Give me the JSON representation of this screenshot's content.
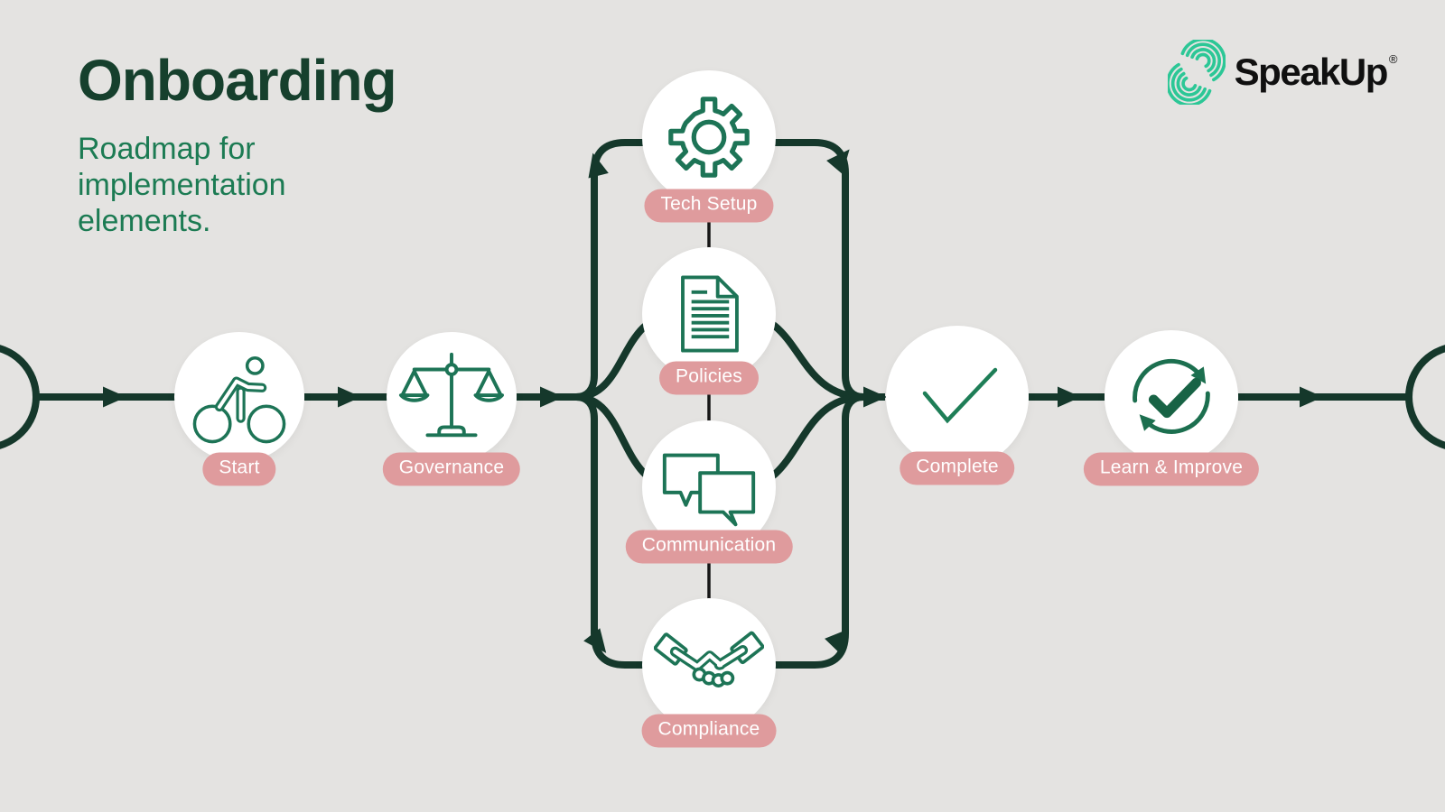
{
  "header": {
    "title": "Onboarding",
    "subtitle_lines": [
      "Roadmap for",
      "implementation",
      "elements."
    ]
  },
  "logo": {
    "brand": "SpeakUp",
    "registered": "®"
  },
  "flow": {
    "nodes": [
      {
        "id": "start",
        "label": "Start",
        "icon": "bicycle-icon"
      },
      {
        "id": "governance",
        "label": "Governance",
        "icon": "scales-icon"
      },
      {
        "id": "tech-setup",
        "label": "Tech Setup",
        "icon": "gear-icon"
      },
      {
        "id": "policies",
        "label": "Policies",
        "icon": "document-icon"
      },
      {
        "id": "communication",
        "label": "Communication",
        "icon": "chat-bubbles-icon"
      },
      {
        "id": "compliance",
        "label": "Compliance",
        "icon": "handshake-icon"
      },
      {
        "id": "complete",
        "label": "Complete",
        "icon": "checkmark-icon"
      },
      {
        "id": "learn-improve",
        "label": "Learn & Improve",
        "icon": "cycle-check-icon"
      }
    ]
  },
  "colors": {
    "background": "#e4e3e1",
    "line_dark_green": "#15382b",
    "icon_green": "#1d7456",
    "title_green": "#16402d",
    "subtitle_green": "#1c7b53",
    "pill_pink": "#df9b9d",
    "pill_text": "#ffffff",
    "logo_green": "#2cc796",
    "connector_black": "#171717"
  }
}
